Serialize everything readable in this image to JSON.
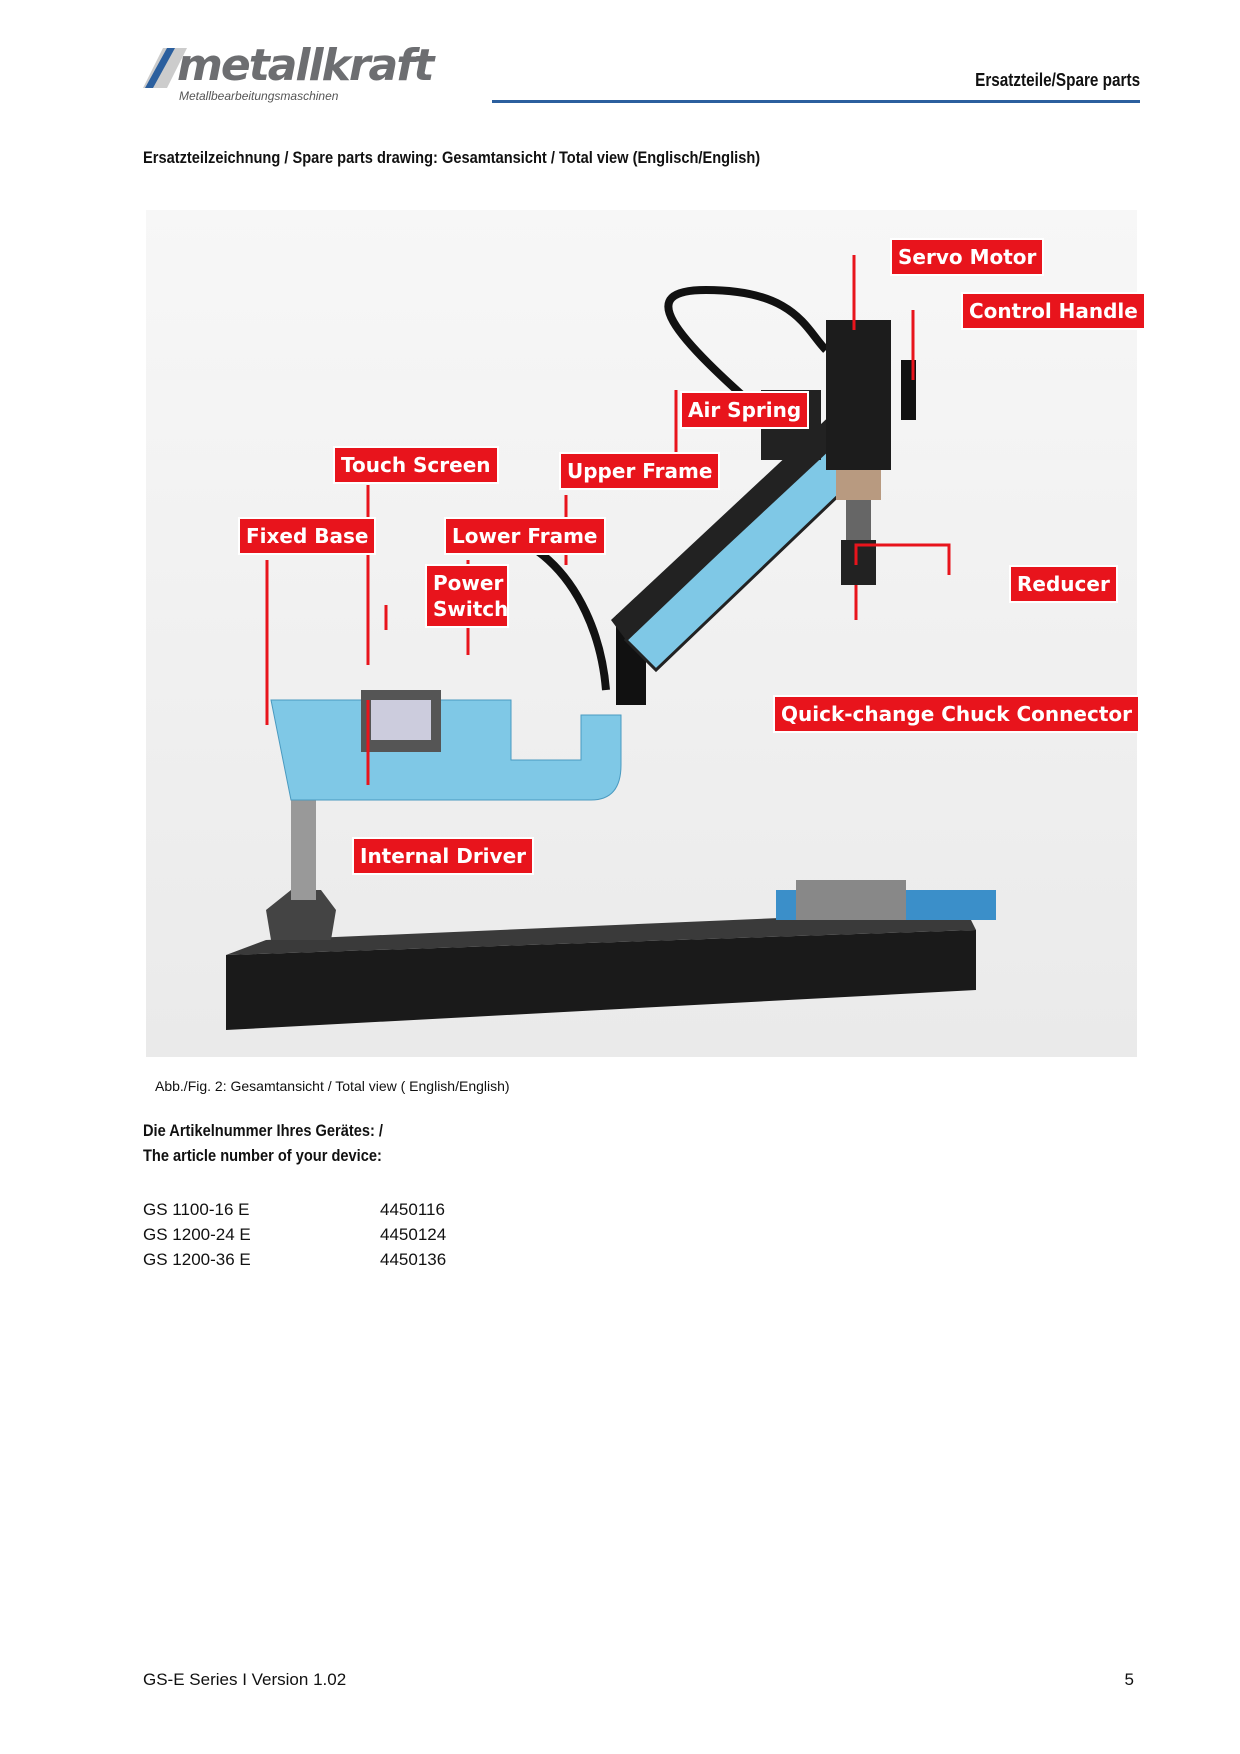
{
  "header": {
    "logo_text": "metallkraft",
    "logo_tagline": "Metallbearbeitungsmaschinen",
    "section": "Ersatzteile/Spare parts",
    "accent": "#2b5f9e"
  },
  "title": "Ersatzteilzeichnung / Spare parts drawing: Gesamtansicht /  Total view (Englisch/English)",
  "figure": {
    "labels": {
      "servo_motor": "Servo Motor",
      "control_handle": "Control Handle",
      "air_spring": "Air Spring",
      "touch_screen": "Touch Screen",
      "upper_frame": "Upper Frame",
      "fixed_base": "Fixed Base",
      "lower_frame": "Lower Frame",
      "power_switch": "Power Switch",
      "reducer": "Reducer",
      "chuck_connector": "Quick-change Chuck Connector",
      "internal_driver": "Internal Driver"
    },
    "label_color": "#e8141c",
    "caption": "Abb./Fig. 2: Gesamtansicht / Total view ( English/English)"
  },
  "article": {
    "heading1": "Die Artikelnummer Ihres Gerätes: /",
    "heading2": "The article number of your device:",
    "rows": [
      {
        "model": "GS 1100-16 E",
        "number": "4450116"
      },
      {
        "model": "GS 1200-24 E",
        "number": "4450124"
      },
      {
        "model": "GS 1200-36 E",
        "number": "4450136"
      }
    ]
  },
  "footer": {
    "version": "GS-E Series I Version 1.02",
    "page": "5"
  }
}
